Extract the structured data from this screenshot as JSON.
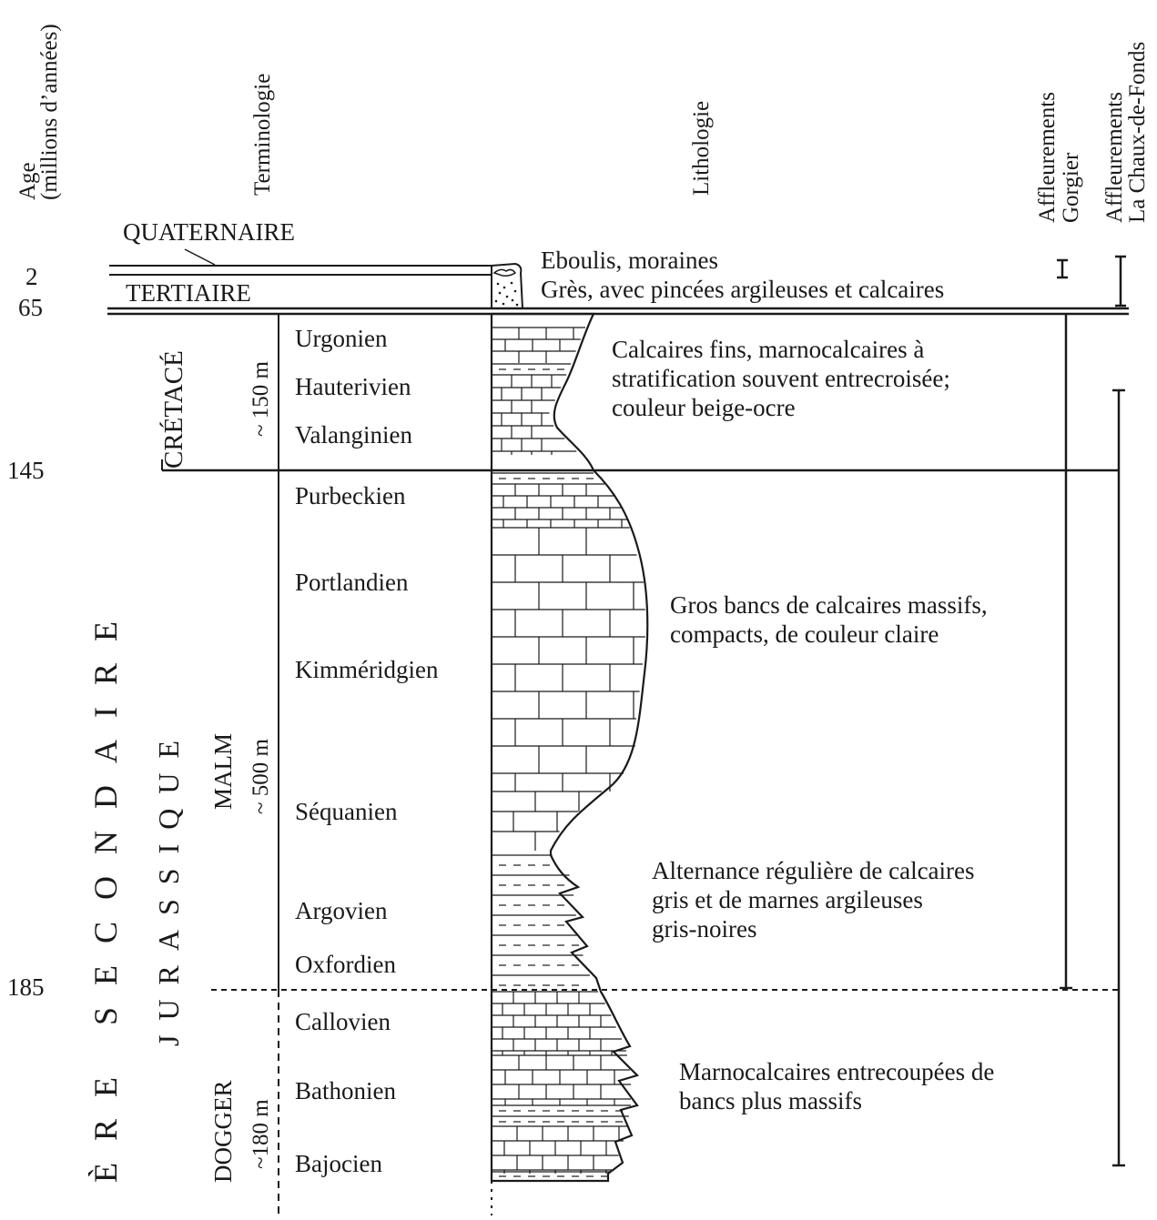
{
  "headers": {
    "age_line1": "Age",
    "age_line2": "(millions d’années)",
    "terminologie": "Terminologie",
    "lithologie": "Lithologie",
    "gorgier_line1": "Affleurements",
    "gorgier_line2": "Gorgier",
    "chaux_line1": "Affleurements",
    "chaux_line2": "La Chaux-de-Fonds"
  },
  "ages": [
    "2",
    "65",
    "145",
    "185"
  ],
  "periods": {
    "quaternaire": "QUATERNAIRE",
    "tertiaire": "TERTIAIRE",
    "cretace": "CRÉTACÉ",
    "cretace_thickness": "~ 150 m",
    "era": "ÈRE SECONDAIRE",
    "jurassique": "JURASSIQUE",
    "malm": "MALM",
    "malm_thickness": "~ 500 m",
    "dogger": "DOGGER",
    "dogger_thickness": "~180 m"
  },
  "stages": [
    "Urgonien",
    "Hauterivien",
    "Valanginien",
    "Purbeckien",
    "Portlandien",
    "Kimméridgien",
    "Séquanien",
    "Argovien",
    "Oxfordien",
    "Callovien",
    "Bathonien",
    "Bajocien"
  ],
  "descriptions": {
    "eboulis": "Eboulis, moraines",
    "gres": "Grès, avec pincées argileuses et calcaires",
    "cretace_1": "Calcaires fins, marnocalcaires à",
    "cretace_2": "stratification souvent entrecroisée;",
    "cretace_3": "couleur beige-ocre",
    "malm_1": "Gros bancs de calcaires massifs,",
    "malm_2": "compacts, de couleur claire",
    "alt_1": "Alternance régulière de calcaires",
    "alt_2": "gris et de marnes argileuses",
    "alt_3": "gris-noires",
    "dogger_1": "Marnocalcaires entrecoupées de",
    "dogger_2": "bancs plus massifs"
  }
}
